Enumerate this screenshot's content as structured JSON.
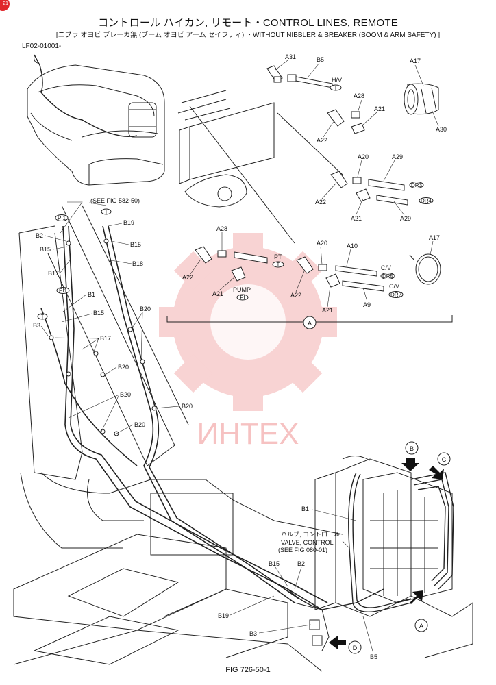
{
  "header": {
    "title": "コントロール ハイカン, リモート・CONTROL LINES, REMOTE",
    "subtitle": "[ニブラ オヨビ ブレーカ無 (ブーム オヨビ アーム セイフティ) ・WITHOUT NIBBLER & BREAKER (BOOM & ARM SAFETY) ]",
    "code": "LF02-01001-",
    "corner_tab": "21"
  },
  "watermark": {
    "text": "ИНТЕХ",
    "color": "#e23a3a"
  },
  "detail_a": {
    "circle_label": "A",
    "parts": {
      "a31": "A31",
      "b5": "B5",
      "hv": "H/V",
      "t_hv": "T",
      "a28_top": "A28",
      "a21_top": "A21",
      "a22_top": "A22",
      "a17_top": "A17",
      "a30": "A30",
      "a20_mid": "A20",
      "a29_mid": "A29",
      "a22_mid": "A22",
      "dr3": "DR3",
      "a21_mid": "A21",
      "a29_low": "A29",
      "dr4": "DR4",
      "a28_left": "A28",
      "a22_left": "A22",
      "pt": "PT",
      "t_pt": "T",
      "a21_left": "A21",
      "pump": "PUMP",
      "pi": "PI",
      "a20_low": "A20",
      "a10": "A10",
      "cv1": "C/V",
      "dr5": "DR5",
      "a22_low": "A22",
      "cv2": "C/V",
      "dr2": "DR2",
      "a9": "A9",
      "a21_low": "A21",
      "a17_clamp": "A17"
    }
  },
  "arm_view": {
    "see_fig": "(SEE FIG 582-50)",
    "labels": {
      "pi1": "PI1",
      "t_top": "T",
      "b19_top": "B19",
      "b2": "B2",
      "b15_left": "B15",
      "b15_right": "B15",
      "b18": "B18",
      "b17_top": "B17",
      "pi1_mid": "PI1",
      "b1_left": "B1",
      "b15_mid": "B15",
      "t_mid": "T",
      "b3_left": "B3",
      "b17_mid": "B17",
      "b20_right": "B20",
      "b20_mid": "B20",
      "b20_low": "B20",
      "b20_r2": "B20",
      "b20_bottom": "B20"
    }
  },
  "valve_view": {
    "b1": "B1",
    "valve_jp": "バルブ, コントロール",
    "valve_en": "VALVE, CONTROL",
    "valve_ref": "(SEE FIG 080-01)",
    "b15": "B15",
    "b2": "B2",
    "b19": "B19",
    "b3": "B3",
    "b5": "B5",
    "circle_b": "B",
    "circle_c": "C",
    "circle_a": "A",
    "circle_d": "D"
  },
  "footer": {
    "fig": "FIG 726-50-1"
  }
}
